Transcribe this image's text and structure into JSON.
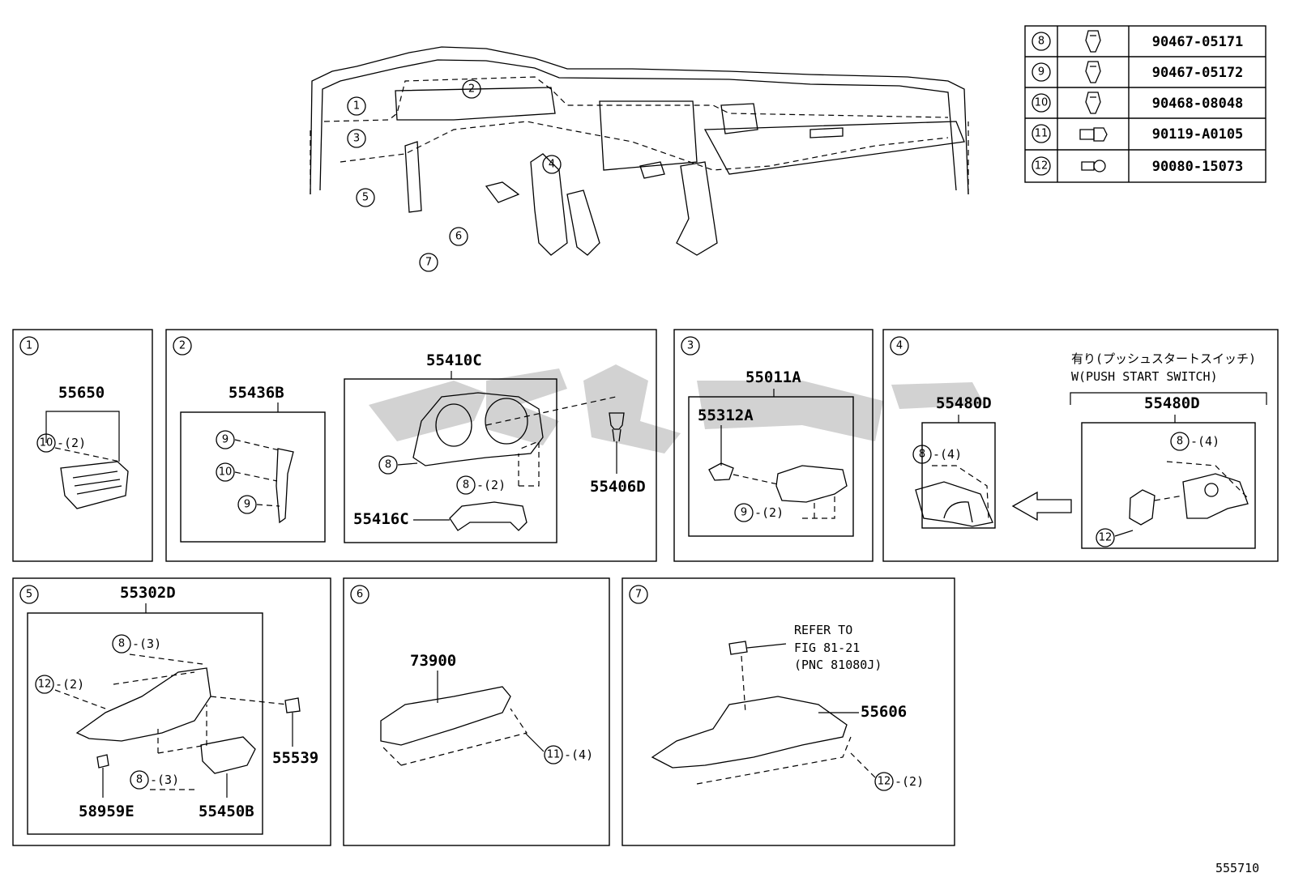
{
  "fasteners_table": [
    {
      "ref": "8",
      "icon": "clip-icon",
      "part_no": "90467-05171"
    },
    {
      "ref": "9",
      "icon": "clip-icon",
      "part_no": "90467-05172"
    },
    {
      "ref": "10",
      "icon": "clip-icon",
      "part_no": "90468-08048"
    },
    {
      "ref": "11",
      "icon": "bolt-icon",
      "part_no": "90119-A0105"
    },
    {
      "ref": "12",
      "icon": "screw-icon",
      "part_no": "90080-15073"
    }
  ],
  "overview": {
    "callouts": [
      "1",
      "2",
      "3",
      "4",
      "5",
      "6",
      "7"
    ]
  },
  "panels": {
    "p1": {
      "num": "1",
      "part": "55650",
      "c1": "10",
      "c1_qty": "-(2)"
    },
    "p2": {
      "num": "2",
      "part_a": "55436B",
      "part_b": "55410C",
      "part_c": "55406D",
      "part_d": "55416C",
      "c9a": "9",
      "c10": "10",
      "c9b": "9",
      "c8a": "8",
      "c8b": "8",
      "c8b_qty": "-(2)"
    },
    "p3": {
      "num": "3",
      "part_a": "55011A",
      "part_b": "55312A",
      "c9": "9",
      "c9_qty": "-(2)"
    },
    "p4": {
      "num": "4",
      "part_a": "55480D",
      "c8a": "8",
      "c8a_qty": "-(4)",
      "note_jp": "有り(プッシュスタートスイッチ)",
      "note_en": "W(PUSH START SWITCH)",
      "part_b": "55480D",
      "c8b": "8",
      "c8b_qty": "-(4)",
      "c12": "12"
    },
    "p5": {
      "num": "5",
      "part_a": "55302D",
      "c8a": "8",
      "c8a_qty": "-(3)",
      "c12": "12",
      "c12_qty": "-(2)",
      "part_b": "55539",
      "c8b": "8",
      "c8b_qty": "-(3)",
      "part_c": "58959E",
      "part_d": "55450B"
    },
    "p6": {
      "num": "6",
      "part": "73900",
      "c11": "11",
      "c11_qty": "-(4)"
    },
    "p7": {
      "num": "7",
      "refer1": "REFER TO",
      "refer2": "FIG 81-21",
      "refer3": "(PNC 81080J)",
      "part": "55606",
      "c12": "12",
      "c12_qty": "-(2)"
    }
  },
  "figure_id": "555710"
}
